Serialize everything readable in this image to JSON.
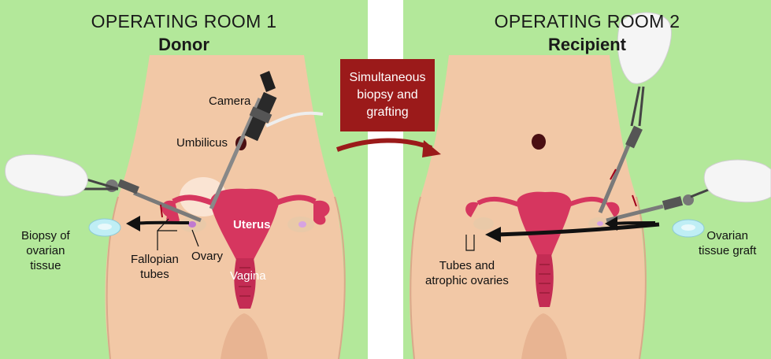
{
  "room1": {
    "title": "OPERATING ROOM 1",
    "subtitle": "Donor",
    "labels": {
      "camera": "Camera",
      "umbilicus": "Umbilicus",
      "uterus": "Uterus",
      "vagina": "Vagina",
      "ovary": "Ovary",
      "fallopian_line1": "Fallopian",
      "fallopian_line2": "tubes",
      "biopsy_line1": "Biopsy of",
      "biopsy_line2": "ovarian",
      "biopsy_line3": "tissue"
    }
  },
  "room2": {
    "title": "OPERATING ROOM 2",
    "subtitle": "Recipient",
    "labels": {
      "tubes_line1": "Tubes and",
      "tubes_line2": "atrophic ovaries",
      "graft_line1": "Ovarian",
      "graft_line2": "tissue graft"
    }
  },
  "center": {
    "line1": "Simultaneous",
    "line2": "biopsy and",
    "line3": "grafting"
  },
  "colors": {
    "background": "#b3e89a",
    "skin": "#f2c8a6",
    "uterus": "#d6365f",
    "box": "#9b1a1a"
  }
}
